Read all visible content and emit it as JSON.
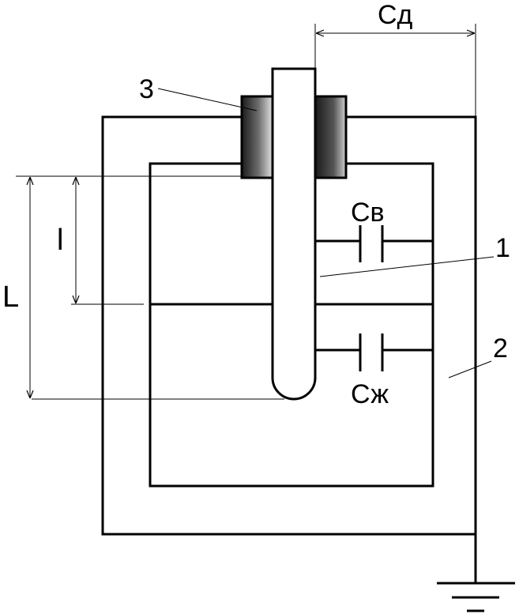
{
  "labels": {
    "cd": "Сд",
    "cv": "Св",
    "czh": "Сж",
    "l_small": "l",
    "l_big": "L",
    "n1": "1",
    "n2": "2",
    "n3": "3"
  },
  "colors": {
    "stroke": "#000000",
    "bushing_light": "#d9d9d9",
    "bushing_dark": "#1a1a1a"
  }
}
